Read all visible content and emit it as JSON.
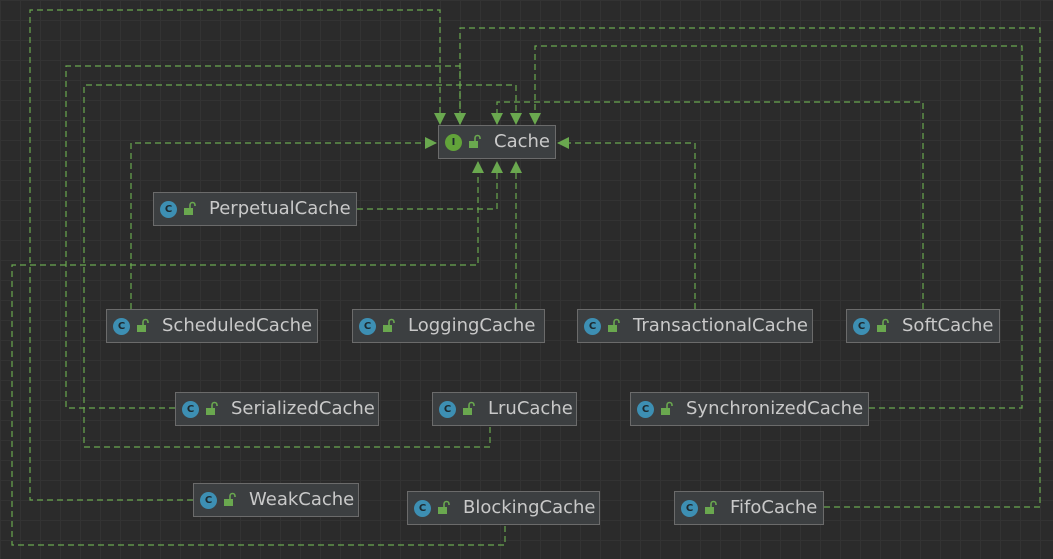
{
  "colors": {
    "background": "#2b2b2b",
    "edge": "#6aa84f",
    "node_fill": "#3c3f41",
    "class_badge": "#3d8fb3",
    "interface_badge": "#62a33a",
    "text": "#c9c9c9"
  },
  "nodes": [
    {
      "id": "cache",
      "label": "Cache",
      "kind_letter": "I",
      "kind": "interface",
      "icon": "interface-icon"
    },
    {
      "id": "perpetual",
      "label": "PerpetualCache",
      "kind_letter": "C",
      "kind": "class",
      "icon": "class-icon"
    },
    {
      "id": "scheduled",
      "label": "ScheduledCache",
      "kind_letter": "C",
      "kind": "class",
      "icon": "class-icon"
    },
    {
      "id": "logging",
      "label": "LoggingCache",
      "kind_letter": "C",
      "kind": "class",
      "icon": "class-icon"
    },
    {
      "id": "transactional",
      "label": "TransactionalCache",
      "kind_letter": "C",
      "kind": "class",
      "icon": "class-icon"
    },
    {
      "id": "soft",
      "label": "SoftCache",
      "kind_letter": "C",
      "kind": "class",
      "icon": "class-icon"
    },
    {
      "id": "serialized",
      "label": "SerializedCache",
      "kind_letter": "C",
      "kind": "class",
      "icon": "class-icon"
    },
    {
      "id": "lru",
      "label": "LruCache",
      "kind_letter": "C",
      "kind": "class",
      "icon": "class-icon"
    },
    {
      "id": "synchronized",
      "label": "SynchronizedCache",
      "kind_letter": "C",
      "kind": "class",
      "icon": "class-icon"
    },
    {
      "id": "weak",
      "label": "WeakCache",
      "kind_letter": "C",
      "kind": "class",
      "icon": "class-icon"
    },
    {
      "id": "blocking",
      "label": "BlockingCache",
      "kind_letter": "C",
      "kind": "class",
      "icon": "class-icon"
    },
    {
      "id": "fifo",
      "label": "FifoCache",
      "kind_letter": "C",
      "kind": "class",
      "icon": "class-icon"
    }
  ],
  "edges": [
    {
      "from": "perpetual",
      "to": "cache",
      "type": "implements"
    },
    {
      "from": "scheduled",
      "to": "cache",
      "type": "implements"
    },
    {
      "from": "logging",
      "to": "cache",
      "type": "implements"
    },
    {
      "from": "transactional",
      "to": "cache",
      "type": "implements"
    },
    {
      "from": "soft",
      "to": "cache",
      "type": "implements"
    },
    {
      "from": "serialized",
      "to": "cache",
      "type": "implements"
    },
    {
      "from": "lru",
      "to": "cache",
      "type": "implements"
    },
    {
      "from": "synchronized",
      "to": "cache",
      "type": "implements"
    },
    {
      "from": "weak",
      "to": "cache",
      "type": "implements"
    },
    {
      "from": "blocking",
      "to": "cache",
      "type": "implements"
    },
    {
      "from": "fifo",
      "to": "cache",
      "type": "implements"
    }
  ]
}
